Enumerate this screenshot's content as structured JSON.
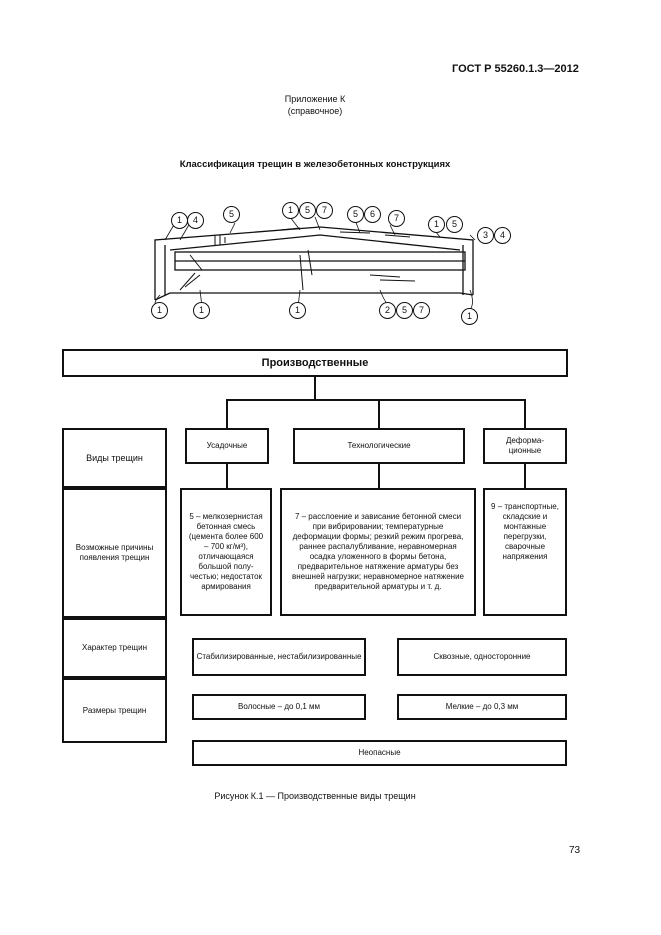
{
  "header": {
    "standard": "ГОСТ Р 55260.1.3—2012"
  },
  "annex": {
    "title": "Приложение К",
    "note": "(справочное)"
  },
  "section_title": "Классификация трещин в железобетонных конструкциях",
  "diagram": {
    "callouts_top": [
      "1",
      "4",
      "5",
      "1",
      "5",
      "7",
      "5",
      "6",
      "7",
      "1",
      "5",
      "3",
      "4"
    ],
    "callouts_bottom": [
      "1",
      "1",
      "1",
      "2",
      "5",
      "7",
      "1"
    ]
  },
  "tree": {
    "root": "Производственные",
    "row_labels": {
      "types": "Виды трещин",
      "causes": "Возможные причины появления трещин",
      "character": "Характер трещин",
      "sizes": "Размеры трещин"
    },
    "types": [
      "Усадочные",
      "Технологические",
      "Деформа-ционные"
    ],
    "causes": {
      "shrinkage": "5 – мелкозернистая бетонная смесь (цемента более 600 – 700 кг/м³), отличающаяся большой полу-честью; недостаток армирования",
      "technological": "7 – расслоение и зависание бетонной смеси при вибрировании; температурные деформации формы; резкий режим прогрева, раннее распалубливание, неравномерная осадка уложенного в формы бетона, предварительное натяжение арматуры без внешней нагрузки; неравномерное натяжение предварительной арматуры и т. д.",
      "deformation": "9 – транспортные, складские и монтажные перегрузки, сварочные напряжения"
    },
    "character": [
      "Стабилизированные, нестабилизированные",
      "Сквозные, односторонние"
    ],
    "sizes": [
      "Волосные – до 0,1 мм",
      "Мелкие – до 0,3 мм"
    ],
    "bottom": "Неопасные"
  },
  "caption": "Рисунок К.1 — Производственные виды трещин",
  "page_number": "73"
}
